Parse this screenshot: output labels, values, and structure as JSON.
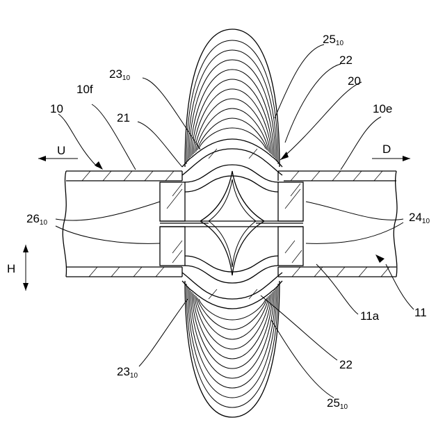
{
  "labels": {
    "l25_top": {
      "main": "25",
      "sub": "10"
    },
    "l22_top": "22",
    "l23_top": {
      "main": "23",
      "sub": "10"
    },
    "l20": "20",
    "l10f": "10f",
    "l10": "10",
    "l21": "21",
    "l10e": "10e",
    "l26": {
      "main": "26",
      "sub": "10"
    },
    "l24": {
      "main": "24",
      "sub": "10"
    },
    "l11a": "11a",
    "l11": "11",
    "l23_bot": {
      "main": "23",
      "sub": "10"
    },
    "l22_bot": "22",
    "l25_bot": {
      "main": "25",
      "sub": "10"
    }
  },
  "directions": {
    "upstream": "U",
    "downstream": "D",
    "height": "H"
  }
}
